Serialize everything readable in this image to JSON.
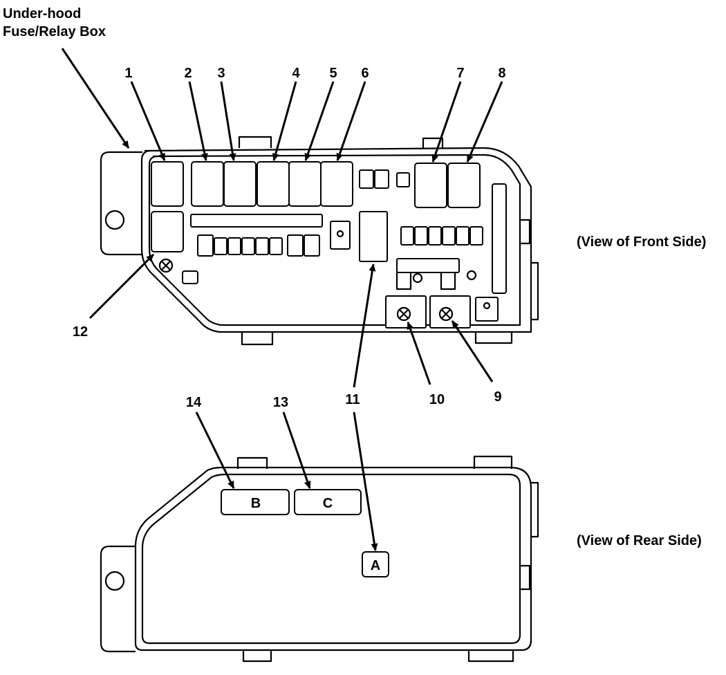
{
  "title_lines": [
    "Under-hood",
    "Fuse/Relay Box"
  ],
  "views": {
    "front": "(View of Front Side)",
    "rear": "(View of Rear Side)"
  },
  "callouts": [
    "1",
    "2",
    "3",
    "4",
    "5",
    "6",
    "7",
    "8",
    "9",
    "10",
    "11",
    "12",
    "13",
    "14"
  ],
  "connectors": {
    "a": "A",
    "b": "B",
    "c": "C"
  }
}
